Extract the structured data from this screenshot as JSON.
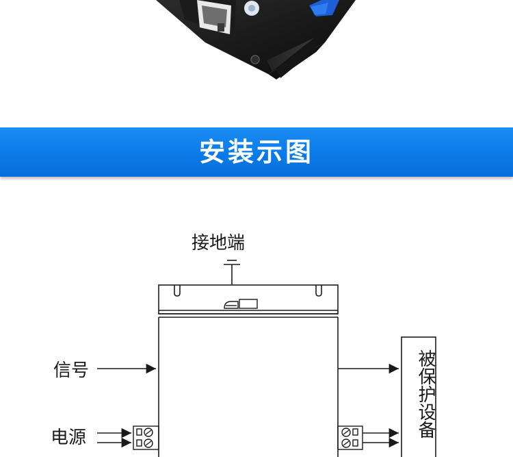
{
  "banner": {
    "title": "安装示图"
  },
  "diagram": {
    "ground_label": "接地端",
    "signal_label": "信号",
    "power_label": "电源",
    "protected_device_label": "被保护设备"
  },
  "colors": {
    "banner": "#0a7ae8",
    "device_body": "#1e1e1e",
    "cable": "#1c5fd6"
  },
  "icons": [
    "ethernet-port-icon",
    "ground-symbol-icon",
    "terminal-block-icon",
    "arrow-icon"
  ]
}
